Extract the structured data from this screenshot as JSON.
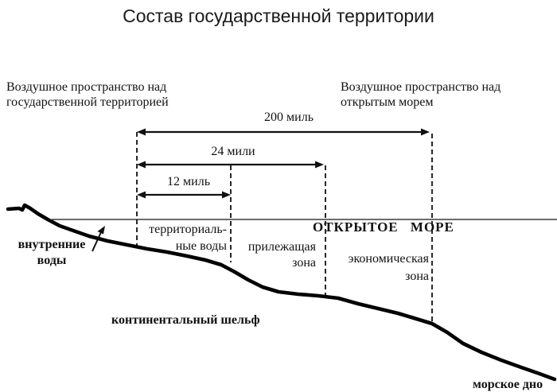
{
  "title": "Состав государственной территории",
  "labels": {
    "airspace_left": "Воздушное пространство над\nгосударственной территорией",
    "airspace_right": "Воздушное пространство над\nоткрытым морем",
    "dist_200": "200 миль",
    "dist_24": "24 мили",
    "dist_12": "12 миль",
    "internal_waters": "внутренние\nводы",
    "territorial_waters": "территориаль-\nные воды",
    "contiguous_zone": "прилежащая\nзона",
    "open_sea": "ОТКРЫТОЕ МОРЕ",
    "economic_zone": "экономическая\nзона",
    "continental_shelf": "континентальный шельф",
    "seabed": "морское дно"
  },
  "colors": {
    "ink": "#111111",
    "sea_level_line": "#6b6b6b",
    "background": "#ffffff"
  }
}
